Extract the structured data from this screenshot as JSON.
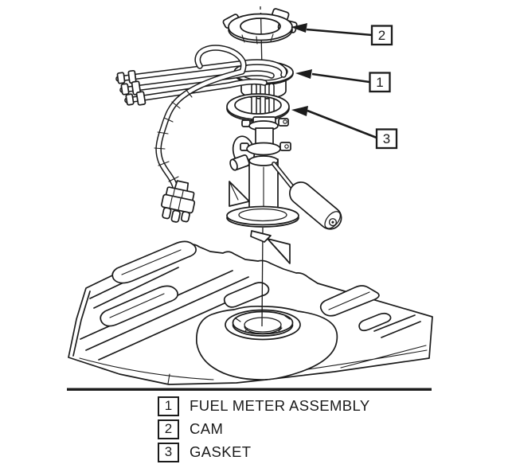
{
  "diagram": {
    "callouts": [
      {
        "number": "1",
        "label": "FUEL METER ASSEMBLY"
      },
      {
        "number": "2",
        "label": "CAM"
      },
      {
        "number": "3",
        "label": "GASKET"
      }
    ],
    "colors": {
      "line": "#1b1b1b",
      "background": "#ffffff"
    }
  }
}
